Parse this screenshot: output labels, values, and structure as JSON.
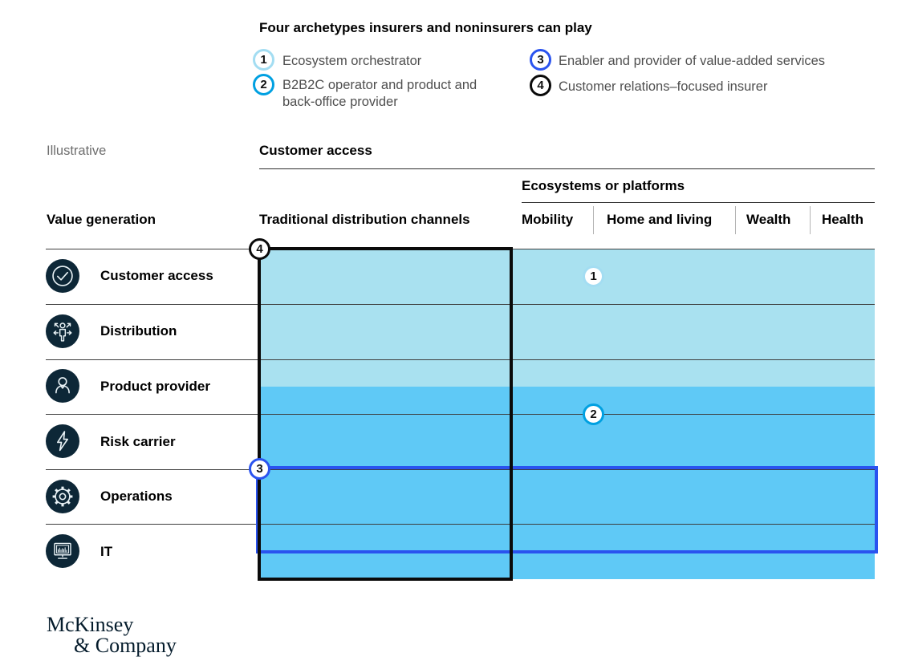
{
  "legend": {
    "title": "Four archetypes insurers and noninsurers can play",
    "items": [
      {
        "number": "1",
        "label": "Ecosystem orchestrator",
        "ring_color": "#a3ddf2"
      },
      {
        "number": "2",
        "label": "B2B2C operator and product and back-office provider",
        "ring_color": "#00a0e1"
      },
      {
        "number": "3",
        "label": "Enabler and provider of value-added services",
        "ring_color": "#2a53ef"
      },
      {
        "number": "4",
        "label": "Customer relations–focused insurer",
        "ring_color": "#0a0a0a"
      }
    ]
  },
  "tags": {
    "illustrative": "Illustrative"
  },
  "columns": {
    "customer_access_group": "Customer access",
    "ecosystems_group": "Ecosystems or platforms",
    "traditional": "Traditional distribution channels",
    "platforms": [
      "Mobility",
      "Home and living",
      "Wealth",
      "Health"
    ]
  },
  "value_generation_label": "Value generation",
  "rows": [
    {
      "label": "Customer access",
      "icon": "check-circle-icon"
    },
    {
      "label": "Distribution",
      "icon": "person-arrows-icon"
    },
    {
      "label": "Product provider",
      "icon": "person-icon"
    },
    {
      "label": "Risk carrier",
      "icon": "lightning-icon"
    },
    {
      "label": "Operations",
      "icon": "gear-icon"
    },
    {
      "label": "IT",
      "icon": "monitor-chart-icon"
    }
  ],
  "colors": {
    "light_fill": "#a9e1f0",
    "dark_fill": "#5fc9f6",
    "archetype3_border": "#2a53ef",
    "archetype4_border": "#0a0a0a",
    "icon_disc": "#0d2737",
    "brand_navy": "#051c2c"
  },
  "footer": {
    "brand_line1": "McKinsey",
    "brand_line2": "& Company"
  }
}
